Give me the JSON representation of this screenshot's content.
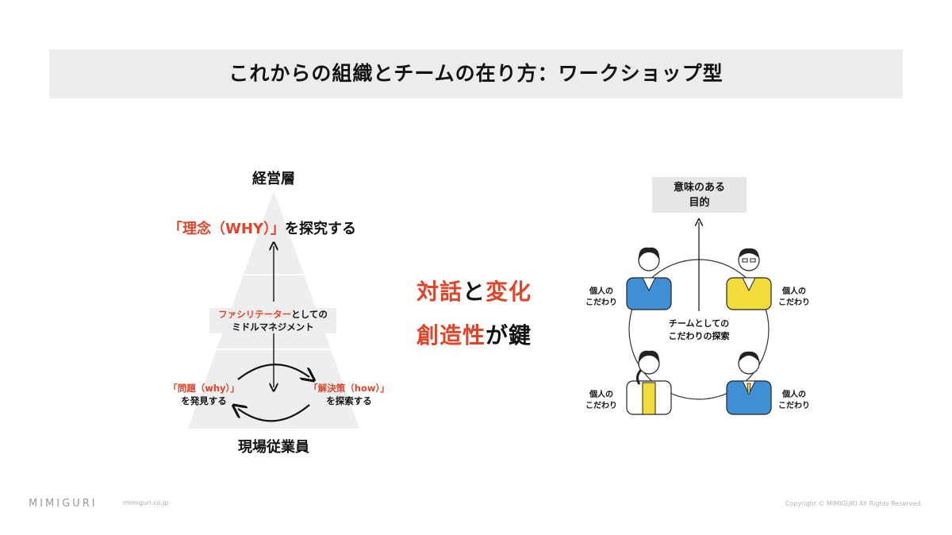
{
  "title": "これからの組織とチームの在り方：ワークショップ型",
  "pyramid": {
    "top_label": "経営層",
    "bottom_label": "現場従業員",
    "why_open": "「理念（WHY）」",
    "why_rest": "を探究する",
    "facilitator_red": "ファシリテーター",
    "facilitator_rest": "としての",
    "facilitator_line2": "ミドルマネジメント",
    "left_red": "「問題（why）」",
    "left_line2": "を発見する",
    "right_red": "「解決策（how）」",
    "right_line2": "を探索する"
  },
  "center_message": {
    "line1_red1": "対話",
    "line1_dark": "と",
    "line1_red2": "変化",
    "line2_red": "創造性",
    "line2_dark": "が鍵"
  },
  "team_diagram": {
    "goal_line1": "意味のある",
    "goal_line2": "目的",
    "center_line1": "チームとしての",
    "center_line2": "こだわりの探索",
    "person_line1": "個人の",
    "person_line2": "こだわり"
  },
  "footer": {
    "logo": "MIMIGURI",
    "url": "mimiguri.co.jp",
    "copyright": "Copyright © MIMIGURI All Rights Reserved."
  },
  "colors": {
    "accent_red": "#e0452a",
    "pyramid_light": "#f0f0f0",
    "pyramid_dark": "#e2e2e2",
    "person_blue": "#3f8fd4",
    "person_yellow": "#f2dc3b"
  }
}
